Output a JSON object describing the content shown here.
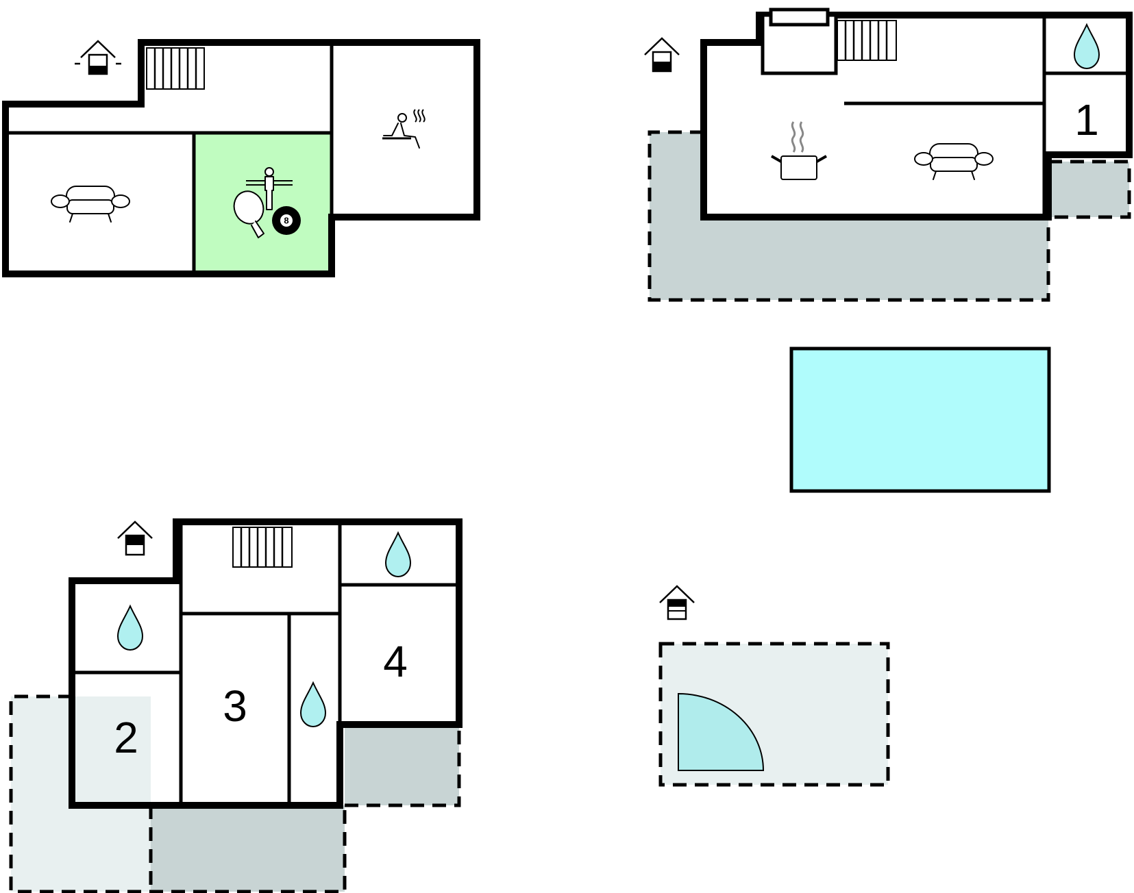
{
  "colors": {
    "wall": "#000000",
    "hobby_room": "#c0fcc0",
    "terrace_dark": "#c8d4d4",
    "terrace_light": "#e8f0f0",
    "pool": "#b0fcfc",
    "water_drop": "#b0f0f0",
    "hot_tub": "#b0ecec"
  },
  "rooms": {
    "bedroom_1": "1",
    "bedroom_2": "2",
    "bedroom_3": "3",
    "bedroom_4": "4",
    "billiard_ball": "8"
  },
  "icons": [
    "floor-indicator-icon",
    "stairs-icon",
    "sofa-icon",
    "table-tennis-icon",
    "table-football-icon",
    "billiard-ball-icon",
    "sauna-icon",
    "bathroom-drop-icon",
    "kitchen-pot-icon",
    "pool-icon",
    "hot-tub-icon"
  ]
}
